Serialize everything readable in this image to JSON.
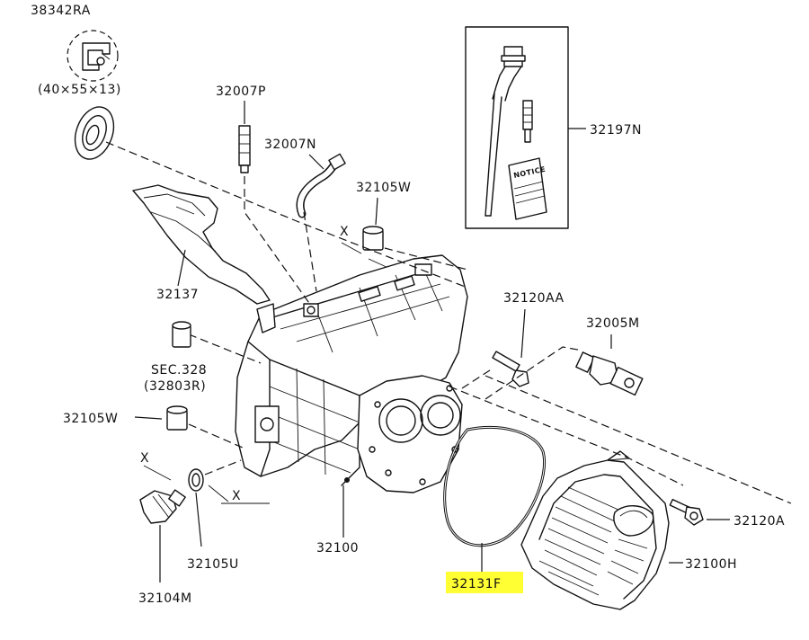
{
  "labels": {
    "p38342RA": "38342RA",
    "seal_size": "(40×55×13)",
    "p32007P": "32007P",
    "p32007N": "32007N",
    "p32105W_top": "32105W",
    "p32197N": "32197N",
    "p32137": "32137",
    "p32120AA": "32120AA",
    "p32005M": "32005M",
    "sec328": "SEC.328",
    "sec328_ref": "(32803R)",
    "p32105W_left": "32105W",
    "p32100": "32100",
    "p32105U": "32105U",
    "p32104M": "32104M",
    "p32131F": "32131F",
    "p32120A": "32120A",
    "p32100H": "32100H",
    "notice": "NOTICE",
    "x_mark_top": "X",
    "x_mark_left": "X",
    "x_mark_right": "X"
  },
  "colors": {
    "line": "#111111",
    "highlight": "#ffff33",
    "background": "#ffffff"
  }
}
